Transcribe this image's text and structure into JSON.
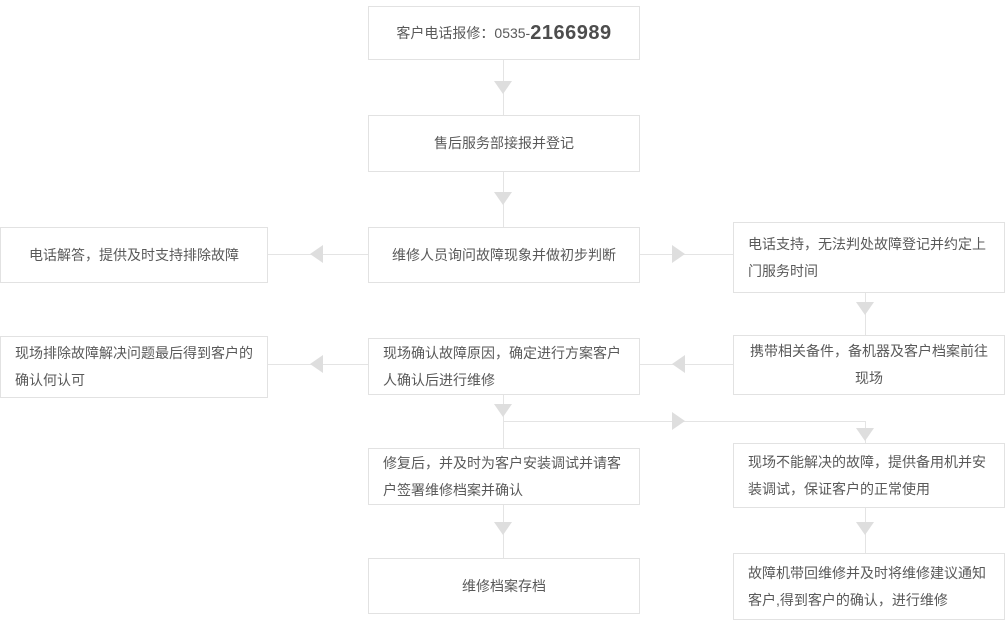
{
  "flowchart": {
    "nodes": {
      "phone_report": {
        "prefix": "客户电话报修：0535-",
        "number": "2166989"
      },
      "register": "售后服务部接报并登记",
      "inquiry": "维修人员询问故障现象并做初步判断",
      "phone_answer": "电话解答，提供及时支持排除故障",
      "phone_support": "电话支持，无法判处故障登记并约定上门服务时间",
      "onsite_resolve": "现场排除故障解决问题最后得到客户的确认何认可",
      "onsite_confirm": "现场确认故障原因，确定进行方案客户人确认后进行维修",
      "bring_parts": "携带相关备件，备机器及客户档案前往现场",
      "repair_install": "修复后，并及时为客户安装调试并请客户签署维修档案并确认",
      "backup_machine": "现场不能解决的故障，提供备用机并安装调试，保证客户的正常使用",
      "archive": "维修档案存档",
      "return_repair": "故障机带回维修并及时将维修建议通知客户,得到客户的确认，进行维修"
    },
    "colors": {
      "box_border": "#e2e2e2",
      "text": "#595959",
      "line": "#e4e4e4",
      "arrowhead": "#dedede",
      "phone_number": "#4d4d4d"
    }
  }
}
